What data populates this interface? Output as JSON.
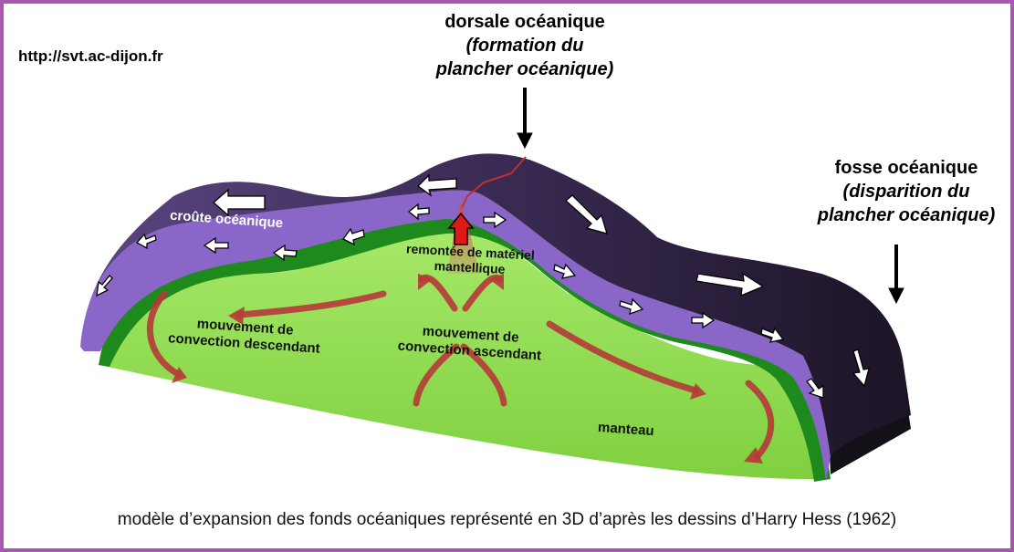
{
  "source_url": "http://svt.ac-dijon.fr",
  "ridge": {
    "name": "dorsale océanique",
    "line1": "(formation du",
    "line2": "plancher océanique)"
  },
  "trench": {
    "name": "fosse océanique",
    "line1": "(disparition du",
    "line2": "plancher océanique)"
  },
  "labels": {
    "crust": "croûte océanique",
    "upwelling_line1": "remontée de matériel",
    "upwelling_line2": "mantellique",
    "convection_down_line1": "mouvement de",
    "convection_down_line2": "convection descendant",
    "convection_up_line1": "mouvement de",
    "convection_up_line2": "convection ascendant",
    "mantle": "manteau"
  },
  "caption": "modèle d’expansion des fonds océaniques représenté en 3D d’après les dessins d’Harry Hess (1962)",
  "colors": {
    "frame": "#a957b3",
    "crust_top": "#3a2a4f",
    "crust_side": "#8a66c9",
    "lithosphere": "#1e8a1e",
    "mantle": "#8fdc4f",
    "convection_arrow": "#b63a3a",
    "upwelling": "#e06060"
  }
}
